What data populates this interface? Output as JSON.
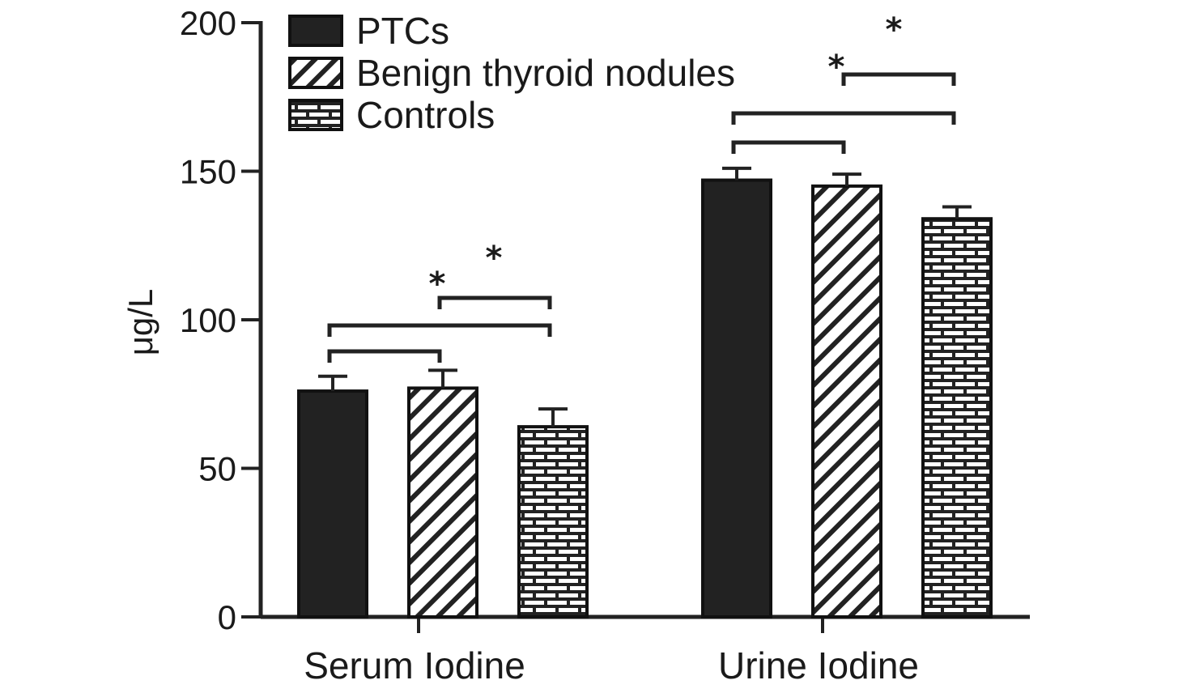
{
  "chart_data": {
    "type": "bar",
    "categories": [
      "Serum Iodine",
      "Urine Iodine"
    ],
    "series": [
      {
        "name": "PTCs",
        "values": [
          76,
          147
        ],
        "errors": [
          5,
          4
        ],
        "pattern": "solid"
      },
      {
        "name": "Benign thyroid nodules",
        "values": [
          77,
          145
        ],
        "errors": [
          6,
          4
        ],
        "pattern": "diagonal"
      },
      {
        "name": "Controls",
        "values": [
          64,
          134
        ],
        "errors": [
          6,
          4
        ],
        "pattern": "brick"
      }
    ],
    "title": "",
    "xlabel": "",
    "ylabel": "μg/L",
    "ylim": [
      0,
      200
    ],
    "yticks": [
      0,
      50,
      100,
      150,
      200
    ],
    "legend_position": "top-left",
    "significance": [
      {
        "category": 0,
        "from": 0,
        "to": 1,
        "label": ""
      },
      {
        "category": 0,
        "from": 0,
        "to": 2,
        "label": "*"
      },
      {
        "category": 0,
        "from": 1,
        "to": 2,
        "label": "*"
      },
      {
        "category": 1,
        "from": 0,
        "to": 1,
        "label": ""
      },
      {
        "category": 1,
        "from": 0,
        "to": 2,
        "label": "*"
      },
      {
        "category": 1,
        "from": 1,
        "to": 2,
        "label": "*"
      }
    ],
    "colors": {
      "bar_fill": "#222222",
      "pattern_fill": "#ffffff",
      "axis": "#222222"
    }
  }
}
